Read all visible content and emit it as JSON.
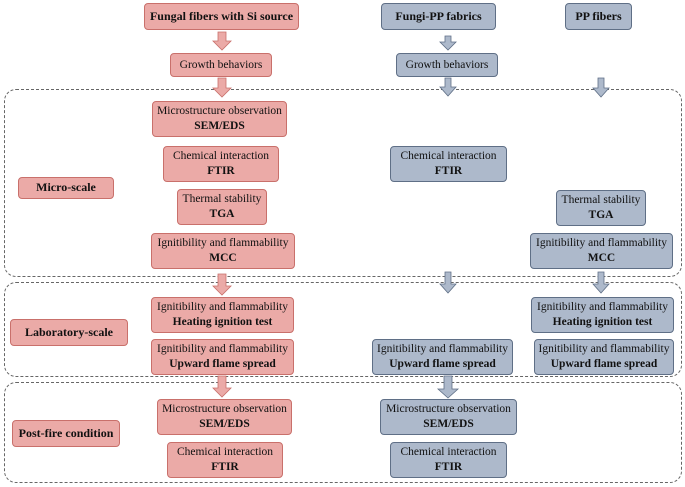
{
  "headers": {
    "fungal": "Fungal fibers with Si source",
    "fungi_pp": "Fungi-PP fabrics",
    "pp": "PP fibers"
  },
  "growth": {
    "fungal": "Growth behaviors",
    "fungi_pp": "Growth behaviors"
  },
  "sections": {
    "micro": "Micro-scale",
    "lab": "Laboratory-scale",
    "post": "Post-fire condition"
  },
  "micro": {
    "fungal_microstructure": {
      "title": "Microstructure observation",
      "method": "SEM/EDS"
    },
    "fungal_chemical": {
      "title": "Chemical interaction",
      "method": "FTIR"
    },
    "fungal_thermal": {
      "title": "Thermal stability",
      "method": "TGA"
    },
    "fungal_ignit": {
      "title": "Ignitibility and flammability",
      "method": "MCC"
    },
    "fungipp_chemical": {
      "title": "Chemical interaction",
      "method": "FTIR"
    },
    "pp_thermal": {
      "title": "Thermal stability",
      "method": "TGA"
    },
    "pp_ignit": {
      "title": "Ignitibility and flammability",
      "method": "MCC"
    }
  },
  "lab": {
    "fungal_heating": {
      "title": "Ignitibility and flammability",
      "method": "Heating ignition test"
    },
    "fungal_upward": {
      "title": "Ignitibility and flammability",
      "method": "Upward flame spread"
    },
    "fungipp_upward": {
      "title": "Ignitibility and flammability",
      "method": "Upward flame spread"
    },
    "pp_heating": {
      "title": "Ignitibility and flammability",
      "method": "Heating ignition test"
    },
    "pp_upward": {
      "title": "Ignitibility and flammability",
      "method": "Upward flame spread"
    }
  },
  "post": {
    "fungal_microstructure": {
      "title": "Microstructure observation",
      "method": "SEM/EDS"
    },
    "fungal_chemical": {
      "title": "Chemical interaction",
      "method": "FTIR"
    },
    "fungipp_microstructure": {
      "title": "Microstructure observation",
      "method": "SEM/EDS"
    },
    "fungipp_chemical": {
      "title": "Chemical interaction",
      "method": "FTIR"
    }
  },
  "colors": {
    "pink_fill": "#ebaaa7",
    "pink_border": "#c9706b",
    "blue_fill": "#adb9cb",
    "blue_border": "#5f6f86",
    "dash": "#666666"
  }
}
